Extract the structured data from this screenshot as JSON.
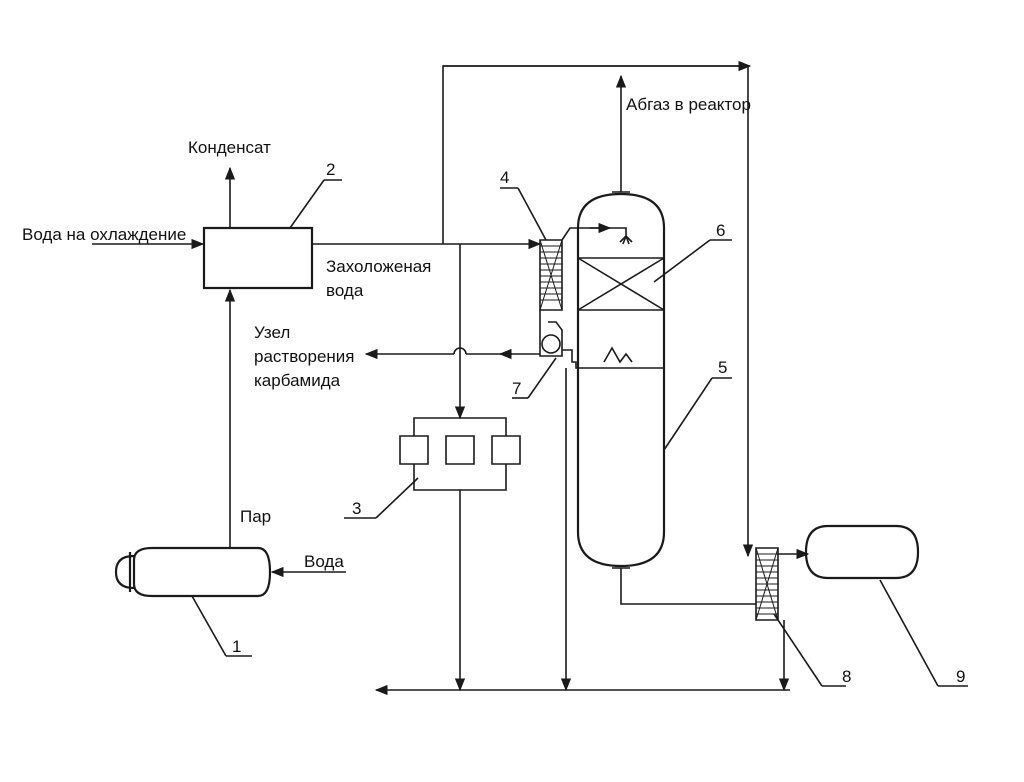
{
  "labels": {
    "condensate": "Конденсат",
    "cooling_water_in": "Вода на охлаждение",
    "chilled_water_1": "Захоложеная",
    "chilled_water_2": "вода",
    "urea_unit_1": "Узел",
    "urea_unit_2": "растворения",
    "urea_unit_3": "карбамида",
    "steam": "Пар",
    "water": "Вода",
    "offgas": "Абгаз в реактор"
  },
  "numbers": {
    "n1": "1",
    "n2": "2",
    "n3": "3",
    "n4": "4",
    "n5": "5",
    "n6": "6",
    "n7": "7",
    "n8": "8",
    "n9": "9"
  }
}
